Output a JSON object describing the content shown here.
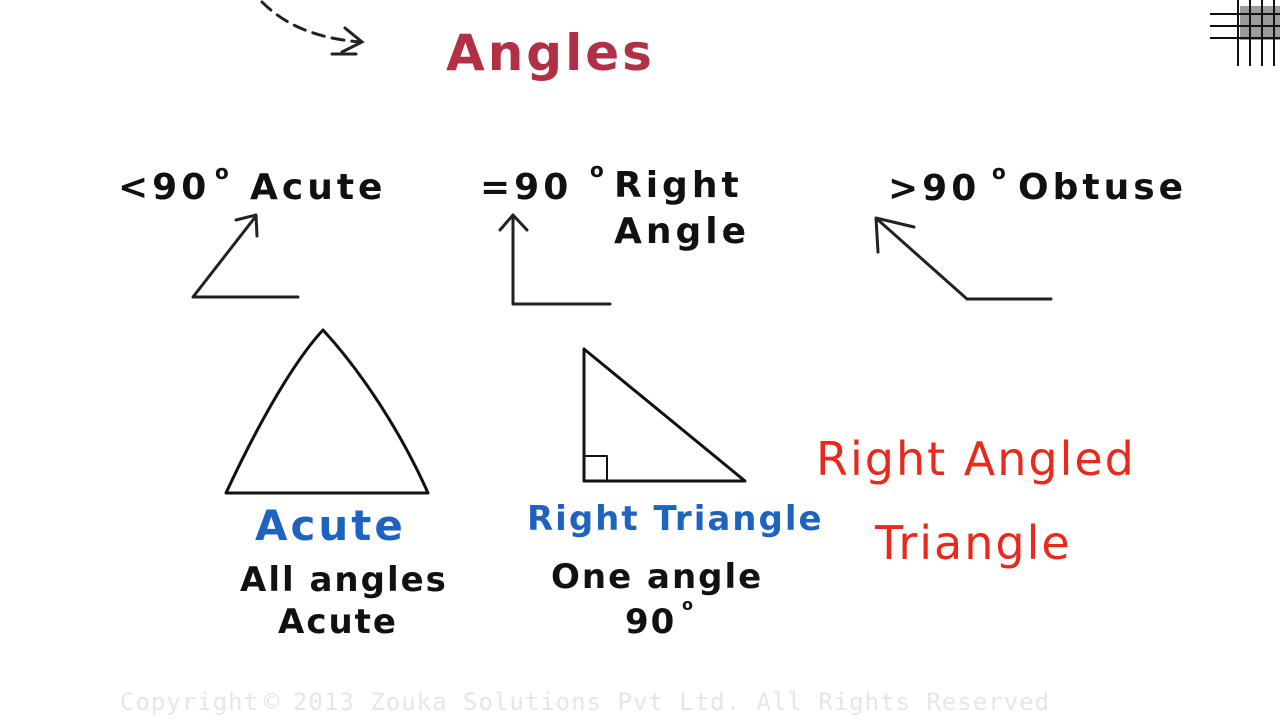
{
  "title": "Angles",
  "angle_types": {
    "acute": {
      "symbol": "<90",
      "degree_mark": "o",
      "name": "Acute"
    },
    "right": {
      "symbol": "=90",
      "degree_mark": "o",
      "name_line1": "Right",
      "name_line2": "Angle"
    },
    "obtuse": {
      "symbol": ">90",
      "degree_mark": "o",
      "name": "Obtuse"
    }
  },
  "triangles": {
    "acute": {
      "label": "Acute",
      "desc_line1": "All angles",
      "desc_line2": "Acute"
    },
    "right": {
      "label": "Right Triangle",
      "desc_line1": "One angle",
      "desc_line2": "90",
      "desc_degree_mark": "o"
    }
  },
  "note": {
    "line1": "Right Angled",
    "line2": "Triangle"
  },
  "copyright": "Copyright",
  "copyright_rest": "2013 Zouka Solutions Pvt Ltd. All Rights Reserved",
  "colors": {
    "title": "#b23045",
    "label_blue": "#1f63c0",
    "note_red": "#e8291c",
    "ink": "#111111",
    "watermark": "#e6e6e6"
  }
}
